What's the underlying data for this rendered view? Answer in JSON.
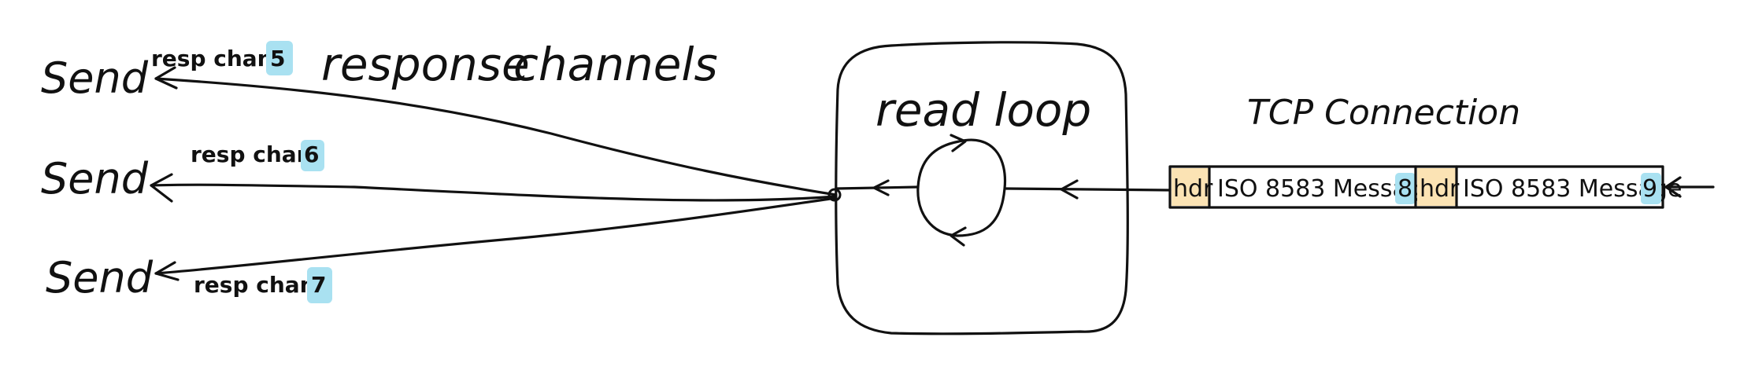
{
  "labels": {
    "send_1": "Send",
    "send_2": "Send",
    "send_3": "Send",
    "resp_chan_1": "resp chan",
    "resp_chan_1_num": "5",
    "resp_chan_2": "resp chan",
    "resp_chan_2_num": "6",
    "resp_chan_3": "resp chan",
    "resp_chan_3_num": "7",
    "response_channels": "response",
    "response_channels_2": "channels",
    "read_loop": "read loop",
    "tcp_connection": "TCP Connection"
  },
  "messages": [
    {
      "hdr": "hdr",
      "text": "ISO 8583 Message",
      "num": "8"
    },
    {
      "hdr": "hdr",
      "text": "ISO 8583 Message",
      "num": "9"
    }
  ],
  "colors": {
    "highlight": "#a9e1f1",
    "header_fill": "#fbe3b4",
    "ink": "#111111"
  }
}
